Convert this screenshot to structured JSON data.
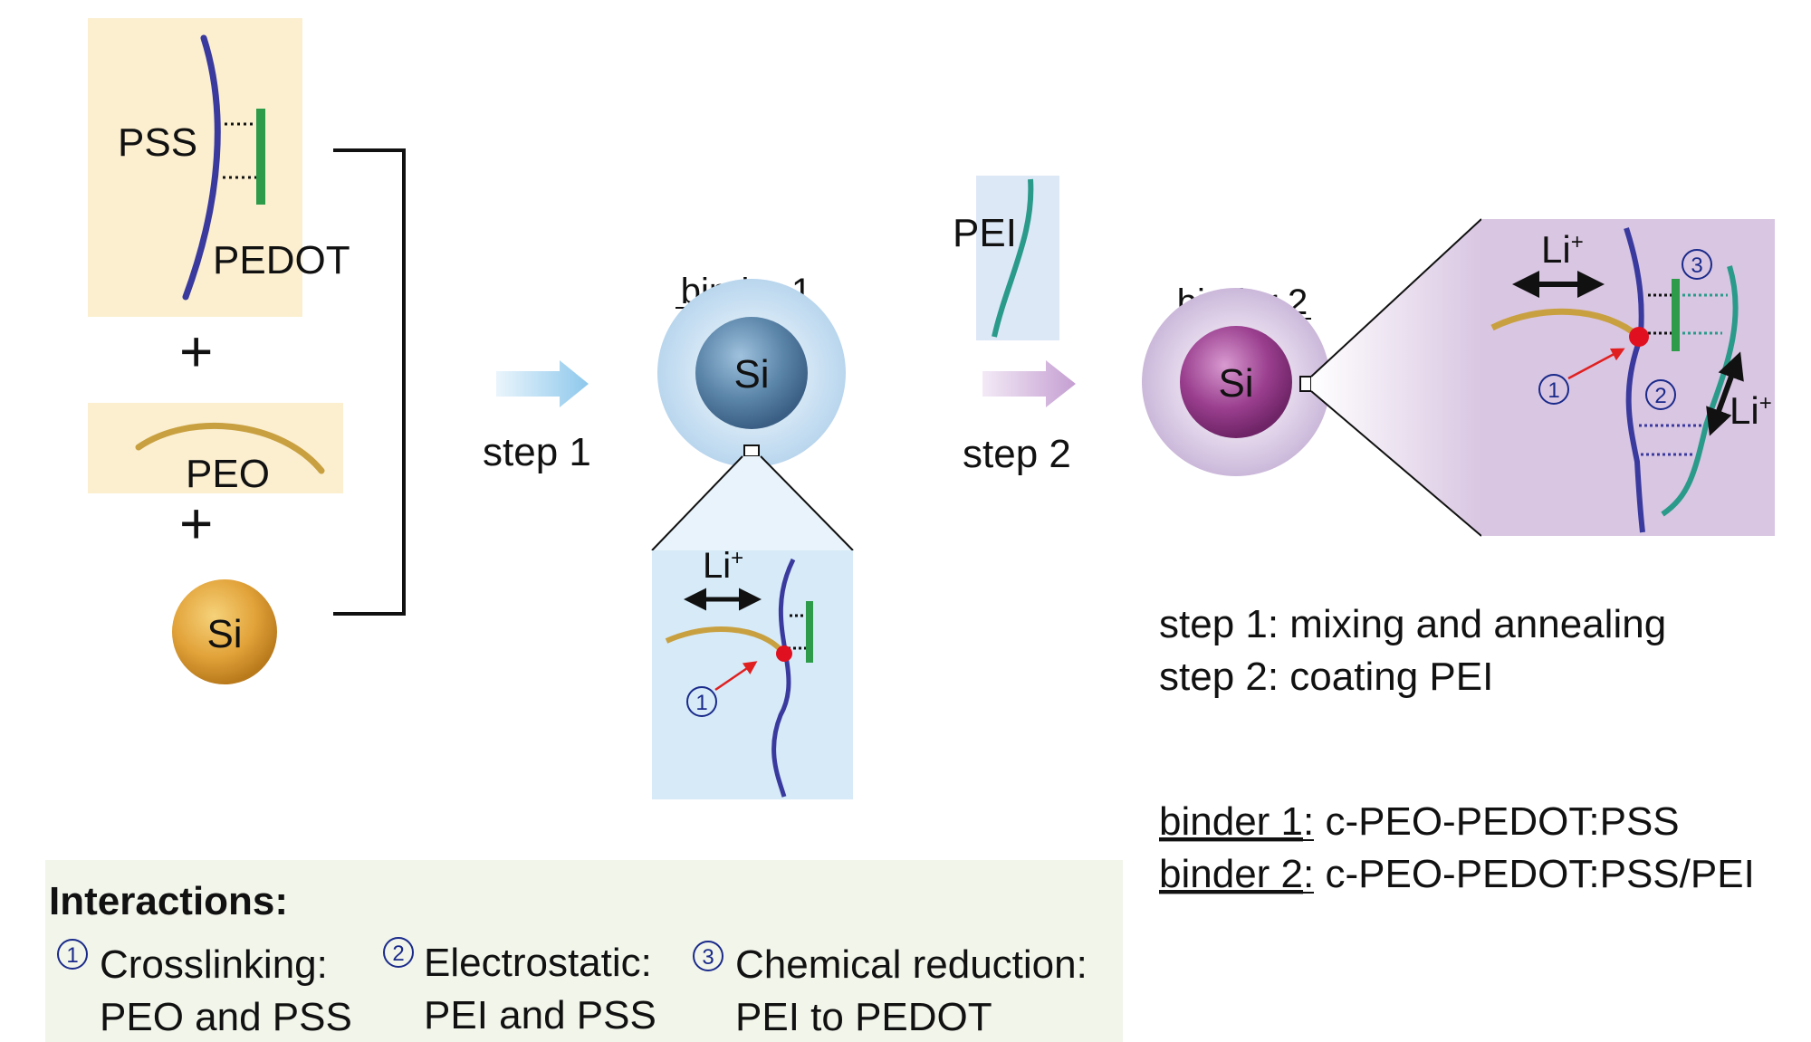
{
  "colors": {
    "pss_chain": "#3a3a9e",
    "pedot_bar": "#2e9b4a",
    "peo_chain": "#c9a040",
    "pei_chain": "#2a9a8a",
    "crosslink_dot": "#e01020",
    "arrow_red": "#e02020",
    "panel_yellow": "#fbefd0",
    "panel_blue": "#d6eaf8",
    "panel_purple": "#d9c6e2",
    "panel_green": "#f1f5ea",
    "si_gold": "#e2a33a",
    "si_blue": "#5a84a8",
    "si_purple": "#9a3e8e"
  },
  "components": {
    "pss_label": "PSS",
    "pedot_label": "PEDOT",
    "plus_1": "+",
    "peo_label": "PEO",
    "plus_2": "+",
    "si_label": "Si"
  },
  "steps": {
    "step1_arrow_label": "step 1",
    "step2_arrow_label": "step 2",
    "pei_label": "PEI"
  },
  "binder1": {
    "title": "binder 1",
    "core_label": "Si",
    "li_label": "Li",
    "li_sup": "+",
    "interaction_num": "1"
  },
  "binder2": {
    "title": "binder 2",
    "core_label": "Si",
    "li_label_1": "Li",
    "li_sup_1": "+",
    "li_label_2": "Li",
    "li_sup_2": "+",
    "interaction_num_1": "1",
    "interaction_num_2": "2",
    "interaction_num_3": "3"
  },
  "notes": {
    "step1_desc": "step 1: mixing and annealing",
    "step2_desc": "step 2: coating PEI",
    "binder1_key": "binder 1",
    "binder1_def": ": c-PEO-PEDOT:PSS",
    "binder2_key": "binder 2",
    "binder2_def": ": c-PEO-PEDOT:PSS/PEI"
  },
  "interactions": {
    "heading": "Interactions:",
    "items": [
      {
        "num": "1",
        "line1": "Crosslinking:",
        "line2": "PEO and PSS"
      },
      {
        "num": "2",
        "line1": "Electrostatic:",
        "line2": "PEI and PSS"
      },
      {
        "num": "3",
        "line1": "Chemical reduction:",
        "line2": "PEI to PEDOT"
      }
    ]
  }
}
